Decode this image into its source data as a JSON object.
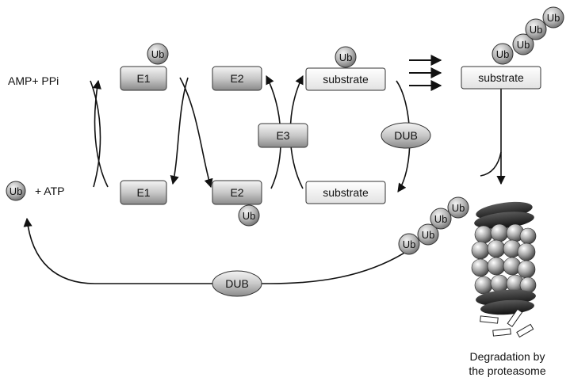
{
  "labels": {
    "amp_ppi": "AMP+ PPi",
    "ub": "Ub",
    "plus_atp": "+ ATP",
    "e1": "E1",
    "e2": "E2",
    "e3": "E3",
    "substrate": "substrate",
    "dub": "DUB",
    "degradation_line1": "Degradation by",
    "degradation_line2": "the proteasome"
  }
}
